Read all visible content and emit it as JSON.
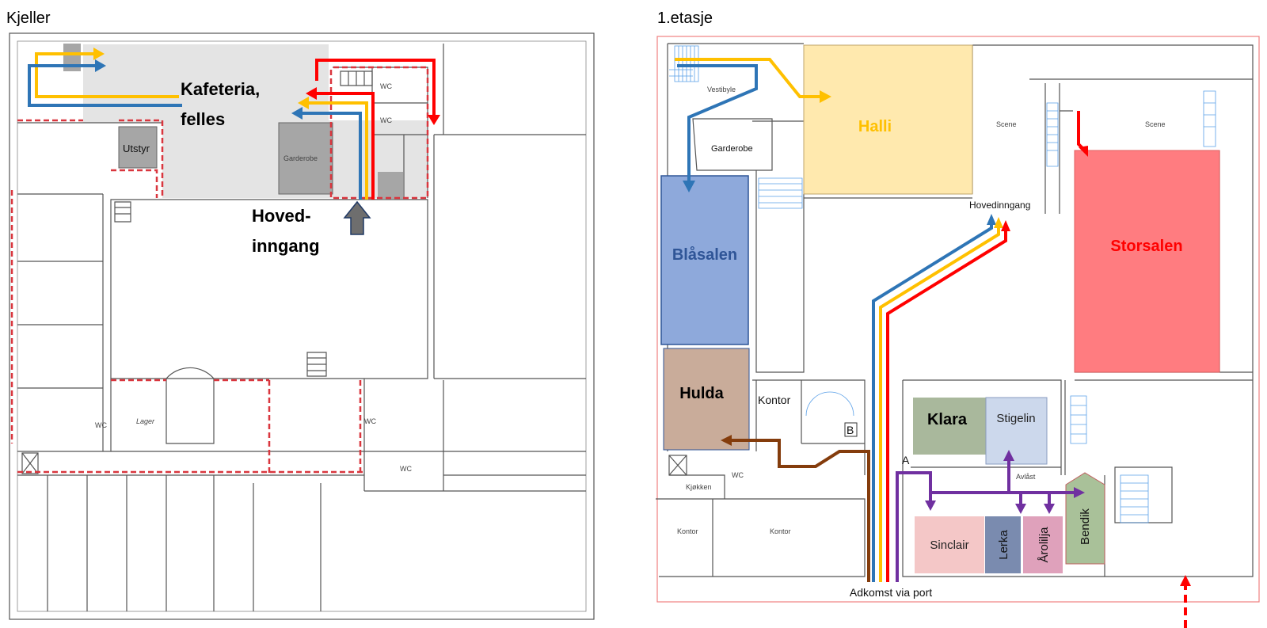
{
  "colors": {
    "blue_route": "#2E75B6",
    "yellow_route": "#FFC000",
    "red_route": "#FF0000",
    "brown_route": "#843C0C",
    "purple_route": "#7030A0",
    "entrance_arrow": "#6E6E6E"
  },
  "left_plan": {
    "title": "Kjeller",
    "cafeteria_line1": "Kafeteria,",
    "cafeteria_line2": "felles",
    "entrance_line1": "Hoved-",
    "entrance_line2": "inngang",
    "utstyr": "Utstyr",
    "garderobe": "Garderobe",
    "wc1": "WC",
    "wc2": "WC",
    "wc3": "WC",
    "wc4": "WC",
    "wc5": "WC",
    "lager": "Lager"
  },
  "right_plan": {
    "title": "1.etasje",
    "rooms": {
      "halli": "Halli",
      "blasalen": "Blåsalen",
      "hulda": "Hulda",
      "storsalen": "Storsalen",
      "klara": "Klara",
      "stigelin": "Stigelin",
      "sinclair": "Sinclair",
      "lerka": "Lerka",
      "arolilja": "Årolilja",
      "bendik": "Bendik"
    },
    "labels": {
      "vestibyle": "Vestibyle",
      "garderobe": "Garderobe",
      "scene1": "Scene",
      "scene2": "Scene",
      "hovedinngang": "Hovedinngang",
      "kontor_main": "Kontor",
      "kontor_small1": "Kontor",
      "kontor_small2": "Kontor",
      "kjokken": "Kjøkken",
      "wc": "WC",
      "avlast": "Avlåst",
      "door_a": "A",
      "door_b": "B",
      "adkomst": "Adkomst via port"
    }
  }
}
